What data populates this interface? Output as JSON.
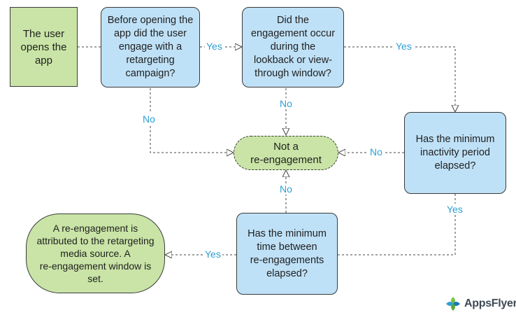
{
  "nodes": {
    "user_opens": "The user\nopens the\napp",
    "q_engage": "Before opening the\napp did the user\nengage with a\nretargeting\ncampaign?",
    "q_window": "Did the\nengagement occur\nduring the\nlookback or view-\nthrough window?",
    "q_inactivity": "Has the minimum\ninactivity period\nelapsed?",
    "not_reengagement": "Not  a\nre-engagement",
    "q_time_between": "Has the minimum\ntime between\nre-engagements\nelapsed?",
    "attributed": "A re-engagement is\nattributed to the retargeting\nmedia source. A\nre-engagement window is\nset."
  },
  "edge_labels": {
    "engage_yes": "Yes",
    "window_yes": "Yes",
    "engage_no": "No",
    "window_no": "No",
    "inactivity_no": "No",
    "inactivity_yes": "Yes",
    "time_no": "No",
    "time_yes": "Yes"
  },
  "colors": {
    "start_end_fill": "#c9e4a6",
    "decision_fill": "#bfe1f7",
    "edge_label": "#2d9fd3",
    "connector": "#444444"
  },
  "logo": {
    "text": "AppsFlyer",
    "icon": "appsflyer-wings-icon"
  }
}
